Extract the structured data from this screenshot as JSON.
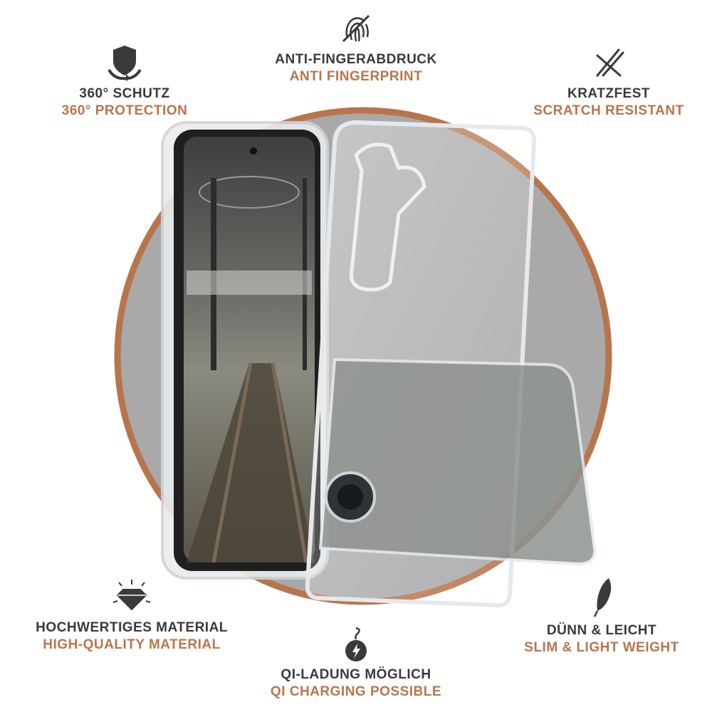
{
  "colors": {
    "accent": "#b8754c",
    "text_dark": "#3a3a3a",
    "circle_fill": "#a9a9a9",
    "circle_ring": "#b8754c"
  },
  "features": {
    "protection": {
      "de": "360° SCHUTZ",
      "en": "360° PROTECTION",
      "icon": "shield-rotate-icon"
    },
    "fingerprint": {
      "de": "ANTI-FINGERABDRUCK",
      "en": "ANTI FINGERPRINT",
      "icon": "fingerprint-crossed-icon"
    },
    "scratch": {
      "de": "KRATZFEST",
      "en": "SCRATCH RESISTANT",
      "icon": "scratch-marks-icon"
    },
    "material": {
      "de": "HOCHWERTIGES MATERIAL",
      "en": "HIGH-QUALITY MATERIAL",
      "icon": "diamond-icon"
    },
    "charging": {
      "de": "QI-LADUNG MÖGLICH",
      "en": "QI CHARGING POSSIBLE",
      "icon": "wireless-charging-icon"
    },
    "slim": {
      "de": "DÜNN & LEICHT",
      "en": "SLIM & LIGHT WEIGHT",
      "icon": "feather-icon"
    }
  }
}
